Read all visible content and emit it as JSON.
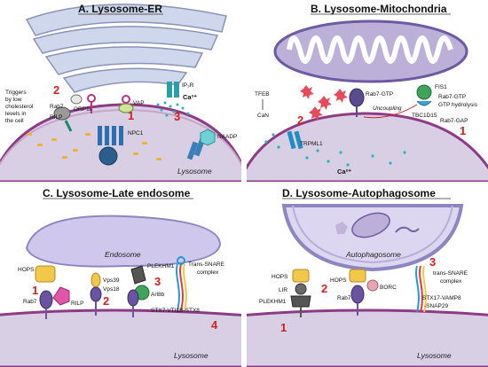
{
  "colors": {
    "lysosome_fill": "#d9cfe4",
    "lysosome_membrane": "#8e3b86",
    "er_fill": "#cfd7ec",
    "mito_fill": "#bdb0d8",
    "mito_membrane": "#6d5aa3",
    "endosome_fill": "#cfc8ec",
    "number_red": "#d21f1f",
    "title_underline": "#333333"
  },
  "panel_a": {
    "title": "A. Lysosome-ER",
    "triggers_text": [
      "Triggers",
      "by low",
      "cholesterol",
      "levels in",
      "the cell"
    ],
    "lysosome_label": "Lysosome",
    "labels": {
      "rab7": "Rab7",
      "rilp": "RILP",
      "orp1l": "ORP1L",
      "vap": "VAP",
      "ip3r": "IP₃R",
      "ca": "Ca²⁺",
      "npc1": "NPC1",
      "naadp": "NAADP"
    },
    "numbers": [
      "1",
      "2",
      "3"
    ]
  },
  "panel_b": {
    "title": "B. Lysosome-Mitochondria",
    "labels": {
      "tfeb": "TFEB",
      "can": "CaN",
      "trpml1": "TRPML1",
      "rab7gtp": "Rab7-GTP",
      "uncoupling": "Uncoupling",
      "fis1": "FIS1",
      "rab7gtp2": "Rab7-GTP",
      "gtp_hydrolysis": "GTP hydrolysis",
      "tbc1d15": "TBC1D15",
      "rab7gap": "Rab7-GAP",
      "ca": "Ca²⁺"
    },
    "numbers": [
      "2",
      "1"
    ]
  },
  "panel_c": {
    "title": "C. Lysosome-Late endosome",
    "endosome_label": "Endosome",
    "lysosome_label": "Lysosome",
    "labels": {
      "hops": "HOPS",
      "rab7": "Rab7",
      "rilp": "RILP",
      "vps39": "Vps39",
      "vps18": "Vps18",
      "plekhm1": "PLEKHM1",
      "arl8b": "Arl8b",
      "snare1": "Trans-SNARE",
      "snare2": "complex",
      "stx": "STX7-VTI1B-STX8"
    },
    "numbers": [
      "1",
      "2",
      "3",
      "4"
    ]
  },
  "panel_d": {
    "title": "D. Lysosome-Autophagosome",
    "autophagosome_label": "Autophagosome",
    "lysosome_label": "Lysosome",
    "labels": {
      "hops": "HOPS",
      "lir": "LIR",
      "plekhm1": "PLEKHM1",
      "hops2": "HOPS",
      "rab7": "Rab7",
      "borc": "BORC",
      "snare1": "trans-SNARE",
      "snare2": "complex",
      "stx1": "STX17-VAMP8",
      "stx2": "-SNAP29"
    },
    "numbers": [
      "1",
      "2",
      "3"
    ]
  }
}
